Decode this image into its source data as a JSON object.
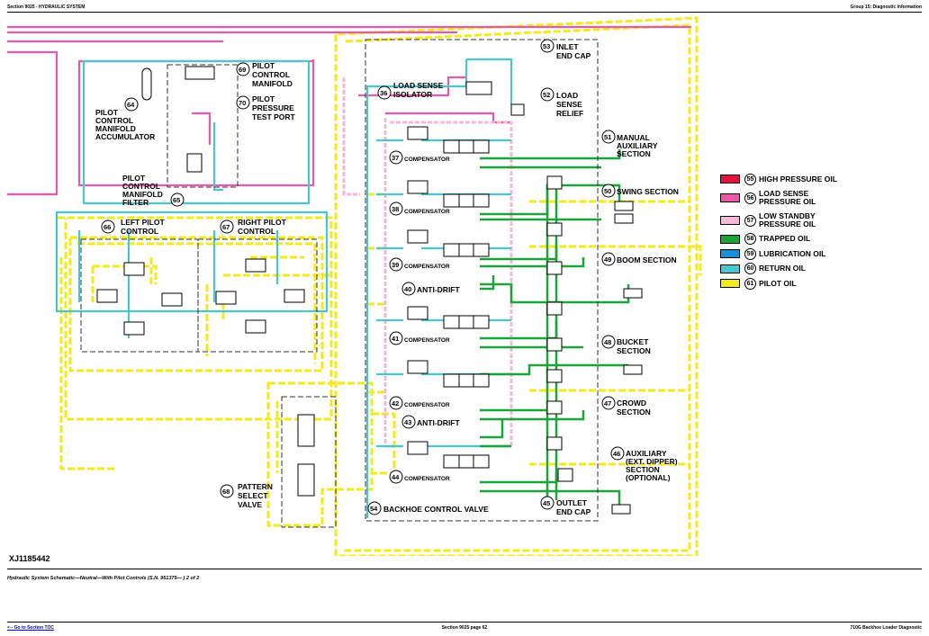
{
  "header": {
    "left": "Section 9025 - HYDRAULIC SYSTEM",
    "right": "Group 15: Diagnostic Information"
  },
  "figure_id": "XJ1185442",
  "caption": "Hydraulic System Schematic—Neutral—With Pilot Controls (S.N. 951375— ) 2 of 2",
  "footer": {
    "left": "<-- Go to Section TOC",
    "center": "Section 9025 page 62",
    "right": "710G Backhoe Loader Diagnostic"
  },
  "components": {
    "c53": {
      "num": "53",
      "l1": "INLET",
      "l2": "END CAP"
    },
    "c36": {
      "num": "36",
      "l1": "LOAD SENSE",
      "l2": "ISOLATOR"
    },
    "c52": {
      "num": "52",
      "l1": "LOAD",
      "l2": "SENSE",
      "l3": "RELIEF"
    },
    "c51": {
      "num": "51",
      "l1": "MANUAL",
      "l2": "AUXILIARY",
      "l3": "SECTION"
    },
    "c50": {
      "num": "50",
      "l1": "SWING SECTION"
    },
    "c49": {
      "num": "49",
      "l1": "BOOM SECTION"
    },
    "c48": {
      "num": "48",
      "l1": "BUCKET",
      "l2": "SECTION"
    },
    "c47": {
      "num": "47",
      "l1": "CROWD",
      "l2": "SECTION"
    },
    "c46": {
      "num": "46",
      "l1": "AUXILIARY",
      "l2": "(EXT. DIPPER)",
      "l3": "SECTION",
      "l4": "(OPTIONAL)"
    },
    "c45": {
      "num": "45",
      "l1": "OUTLET",
      "l2": "END CAP"
    },
    "c54": {
      "num": "54",
      "l1": "BACKHOE CONTROL VALVE"
    },
    "c37": {
      "num": "37",
      "l1": "COMPENSATOR"
    },
    "c38": {
      "num": "38",
      "l1": "COMPENSATOR"
    },
    "c39": {
      "num": "39",
      "l1": "COMPENSATOR"
    },
    "c40": {
      "num": "40",
      "l1": "ANTI-DRIFT"
    },
    "c41": {
      "num": "41",
      "l1": "COMPENSATOR"
    },
    "c42": {
      "num": "42",
      "l1": "COMPENSATOR"
    },
    "c43": {
      "num": "43",
      "l1": "ANTI-DRIFT"
    },
    "c44": {
      "num": "44",
      "l1": "COMPENSATOR"
    },
    "c69": {
      "num": "69",
      "l1": "PILOT",
      "l2": "CONTROL",
      "l3": "MANIFOLD"
    },
    "c70": {
      "num": "70",
      "l1": "PILOT",
      "l2": "PRESSURE",
      "l3": "TEST PORT"
    },
    "c64": {
      "num": "64",
      "l1": "PILOT",
      "l2": "CONTROL",
      "l3": "MANIFOLD",
      "l4": "ACCUMULATOR"
    },
    "c65": {
      "num": "65",
      "l1": "PILOT",
      "l2": "CONTROL",
      "l3": "MANIFOLD",
      "l4": "FILTER"
    },
    "c66": {
      "num": "66",
      "l1": "LEFT PILOT",
      "l2": "CONTROL"
    },
    "c67": {
      "num": "67",
      "l1": "RIGHT PILOT",
      "l2": "CONTROL"
    },
    "c68": {
      "num": "68",
      "l1": "PATTERN",
      "l2": "SELECT",
      "l3": "VALVE"
    }
  },
  "legend": [
    {
      "num": "55",
      "label": "HIGH PRESSURE OIL",
      "color": "#e8103a"
    },
    {
      "num": "56",
      "label": "LOAD SENSE PRESSURE OIL",
      "color": "#e85aa8"
    },
    {
      "num": "57",
      "label": "LOW STANDBY PRESSURE OIL",
      "color": "#f5b8d8"
    },
    {
      "num": "58",
      "label": "TRAPPED OIL",
      "color": "#1ea33a"
    },
    {
      "num": "59",
      "label": "LUBRICATION OIL",
      "color": "#1a8fd6"
    },
    {
      "num": "60",
      "label": "RETURN OIL",
      "color": "#49c6cf"
    },
    {
      "num": "61",
      "label": "PILOT OIL",
      "color": "#f3ea1d"
    }
  ]
}
